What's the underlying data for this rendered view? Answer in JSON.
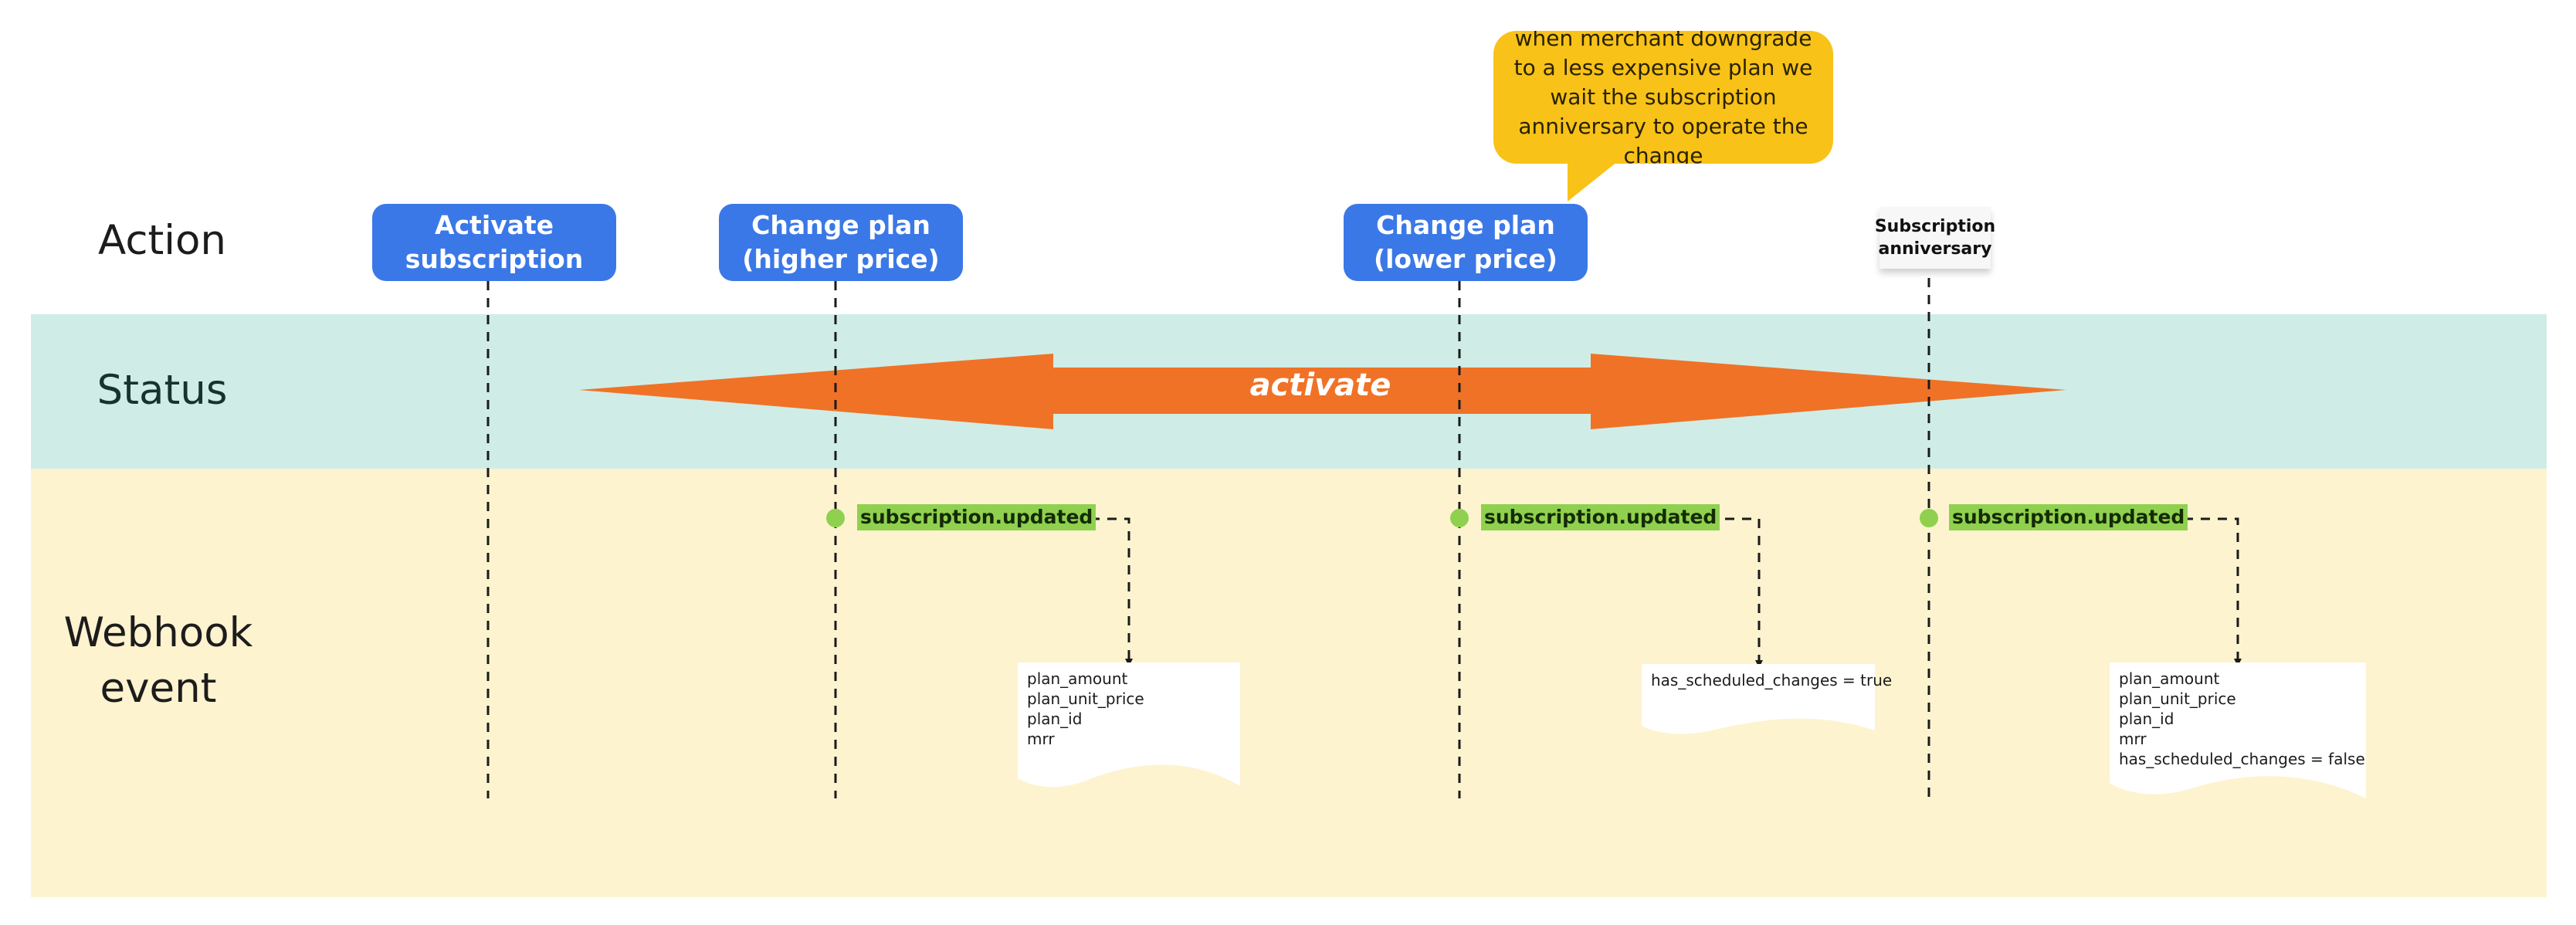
{
  "rows": {
    "action": "Action",
    "status": "Status",
    "webhook": "Webhook event"
  },
  "actions": {
    "activate": "Activate subscription",
    "higher": "Change plan (higher price)",
    "lower": "Change plan (lower price)",
    "anniversary": "Subscription anniversary"
  },
  "callout": "when merchant downgrade to a less expensive plan we wait the subscription anniversary to operate the change",
  "status_label": "activate",
  "events": {
    "e1": "subscription.updated",
    "e2": "subscription.updated",
    "e3": "subscription.updated"
  },
  "payloads": {
    "p1": "plan_amount\nplan_unit_price\nplan_id\nmrr",
    "p2": "has_scheduled_changes = true",
    "p3": "plan_amount\nplan_unit_price\nplan_id\nmrr\nhas_scheduled_changes = false"
  },
  "colors": {
    "status_band": "#cfede6",
    "webhook_band": "#fdf3cf",
    "action_blue": "#3b78e7",
    "arrow_orange": "#f07227",
    "event_green": "#8fd14f",
    "callout_yellow": "#f8c218"
  }
}
